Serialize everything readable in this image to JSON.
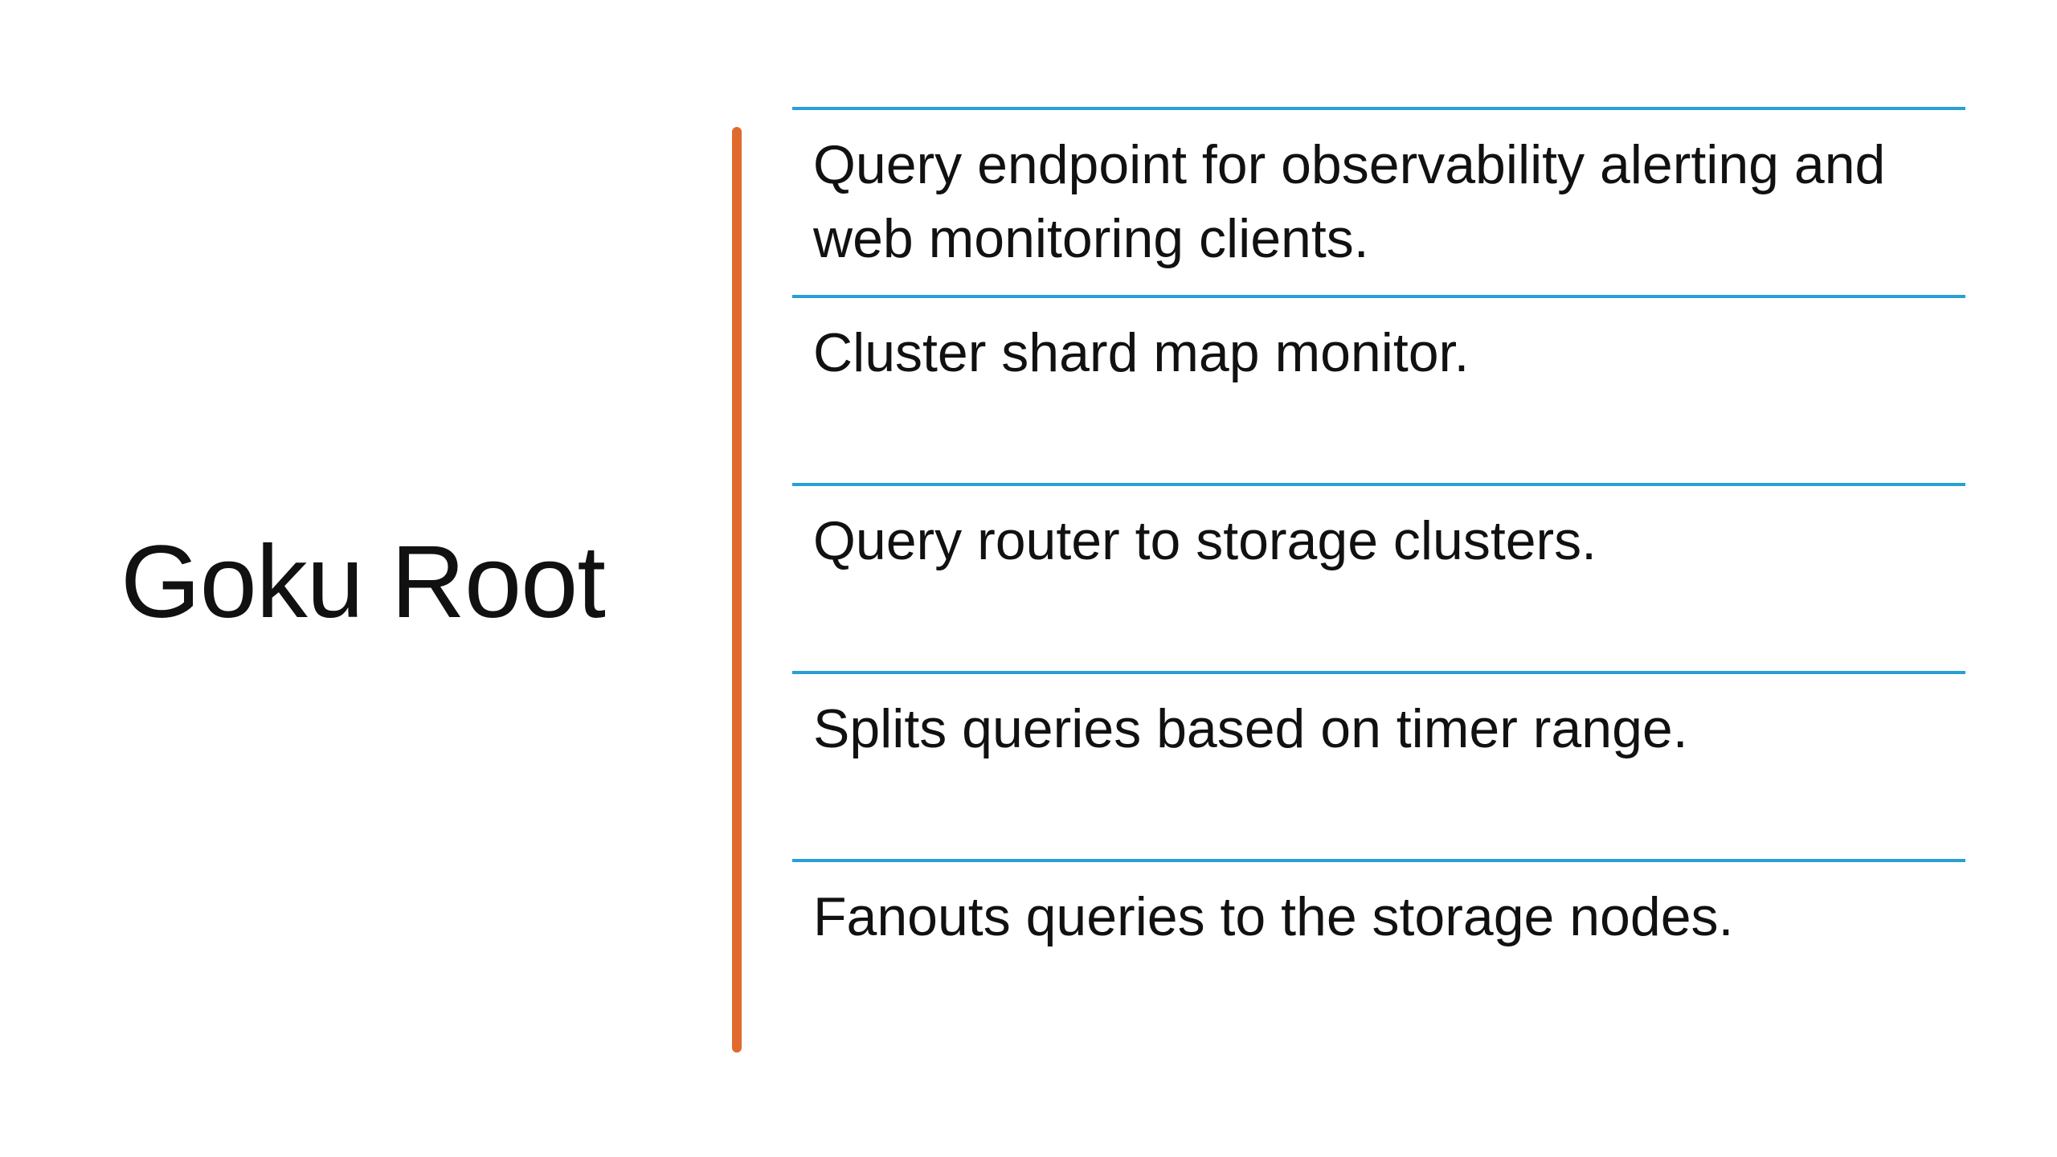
{
  "slide": {
    "title": "Goku Root",
    "items": [
      {
        "text": "Query endpoint for observability alerting and web monitoring clients."
      },
      {
        "text": "Cluster shard map monitor."
      },
      {
        "text": "Query router to storage clusters."
      },
      {
        "text": "Splits queries based on timer range."
      },
      {
        "text": "Fanouts queries to the storage nodes."
      }
    ]
  },
  "colors": {
    "accent_bar": "#e06a2c",
    "item_rule": "#2a9fd6",
    "text": "#111111",
    "background": "#ffffff"
  }
}
